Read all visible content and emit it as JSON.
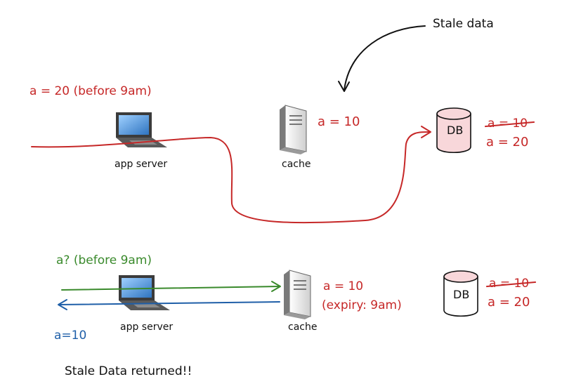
{
  "top": {
    "annotation": "Stale data",
    "write_label": "a = 20 (before 9am)",
    "app_server_label": "app server",
    "cache_label": "cache",
    "cache_value": "a = 10",
    "db_label": "DB",
    "db_old_value": "a = 10",
    "db_new_value": "a = 20"
  },
  "bottom": {
    "read_label": "a? (before 9am)",
    "response_label": "a=10",
    "app_server_label": "app server",
    "cache_label": "cache",
    "cache_value": "a = 10",
    "cache_expiry": "(expiry: 9am)",
    "db_label": "DB",
    "db_old_value": "a = 10",
    "db_new_value": "a = 20",
    "footer": "Stale Data returned!!"
  },
  "colors": {
    "write_arrow": "#c62828",
    "read_arrow": "#3a8a2c",
    "response_arrow": "#1f5fa8",
    "db_fill": "#f8d7da",
    "laptop_screen": "#3f8fd6"
  },
  "icons": [
    "laptop-icon",
    "server-tower-icon",
    "database-cylinder-icon",
    "curved-arrow-icon"
  ]
}
